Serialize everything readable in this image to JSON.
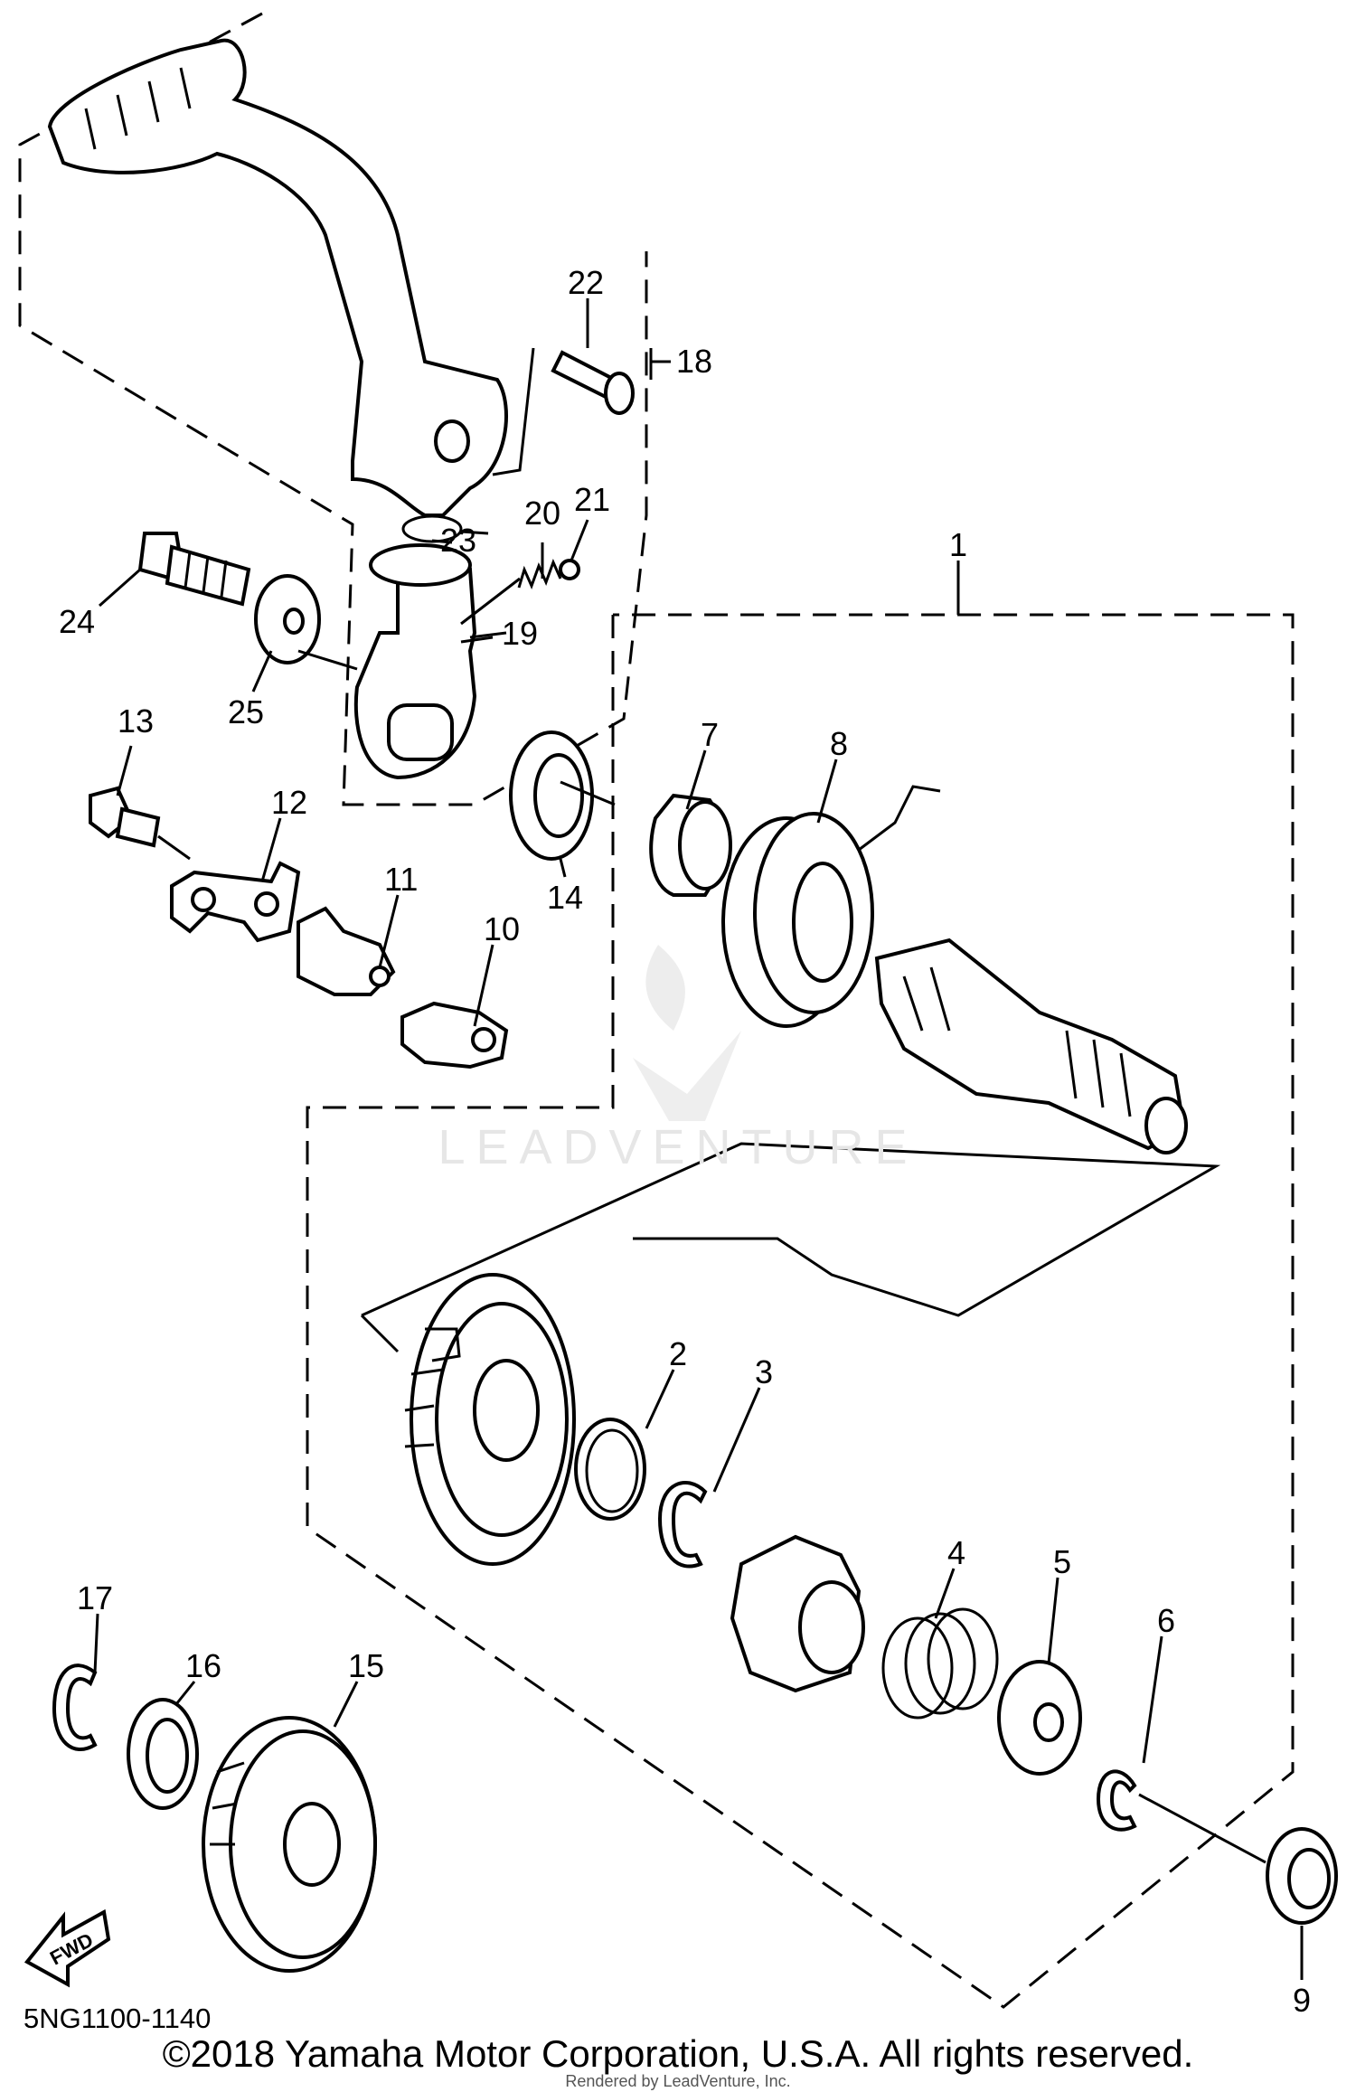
{
  "diagram": {
    "code": "5NG1100-1140",
    "copyright": "©2018 Yamaha Motor Corporation, U.S.A. All rights reserved.",
    "rendered_by": "Rendered by LeadVenture, Inc.",
    "watermark": "LEADVENTURE",
    "fwd_label": "FWD",
    "callouts": [
      "1",
      "2",
      "3",
      "4",
      "5",
      "6",
      "7",
      "8",
      "9",
      "10",
      "11",
      "12",
      "13",
      "14",
      "15",
      "16",
      "17",
      "18",
      "19",
      "20",
      "21",
      "22",
      "23",
      "24",
      "25"
    ]
  }
}
